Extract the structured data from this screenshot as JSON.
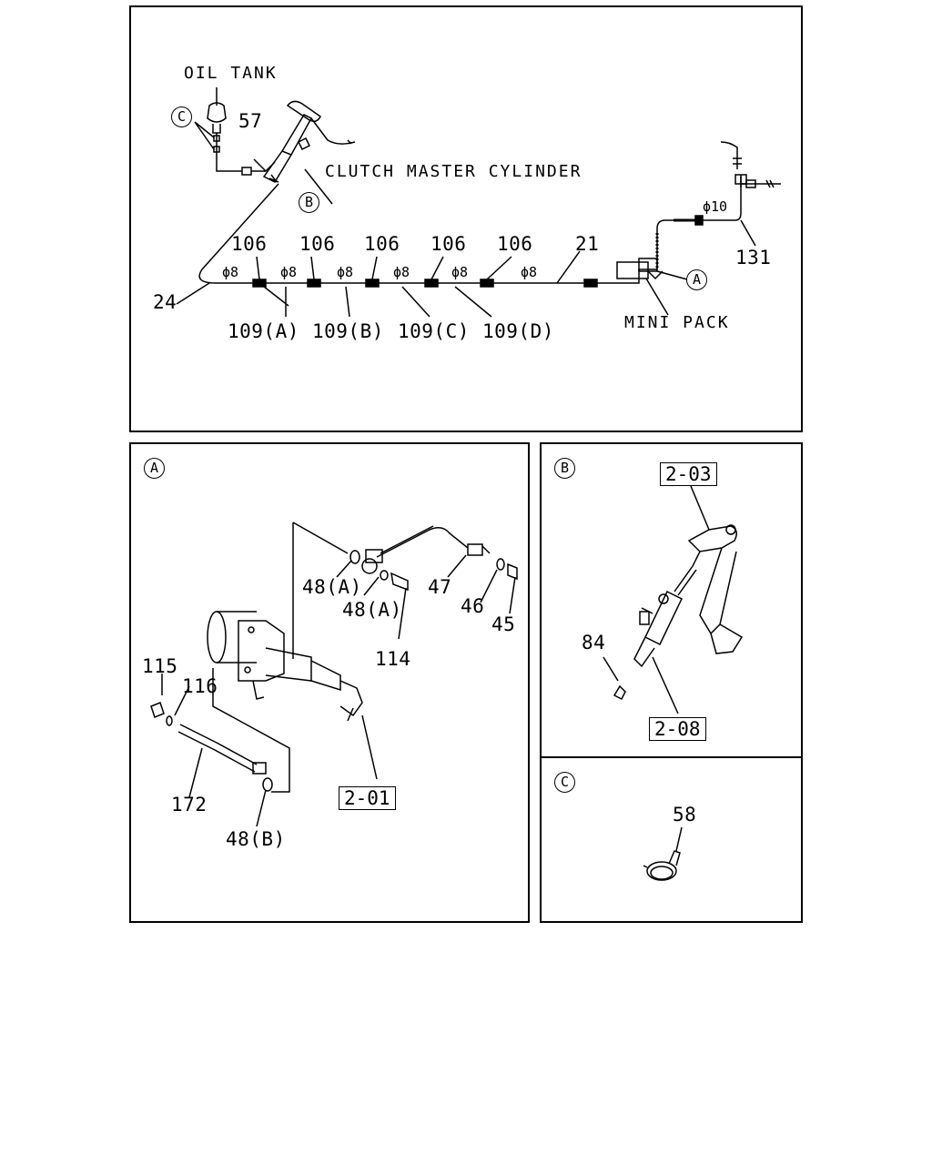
{
  "top": {
    "oil_tank": "OIL TANK",
    "clutch_master_cylinder": "CLUTCH MASTER CYLINDER",
    "mini_pack": "MINI PACK",
    "ref_c": "C",
    "ref_b": "B",
    "ref_a": "A",
    "part_57": "57",
    "part_24": "24",
    "part_21": "21",
    "part_131": "131",
    "part_106": "106",
    "phi_8": "ϕ8",
    "phi_10": "ϕ10",
    "part_109a": "109(A)",
    "part_109b": "109(B)",
    "part_109c": "109(C)",
    "part_109d": "109(D)"
  },
  "detail_a": {
    "marker": "A",
    "part_48a": "48(A)",
    "part_47": "47",
    "part_46": "46",
    "part_45": "45",
    "part_114": "114",
    "part_115": "115",
    "part_116": "116",
    "part_172": "172",
    "part_48b": "48(B)",
    "ref_box": "2-01"
  },
  "detail_b": {
    "marker": "B",
    "ref_box_top": "2-03",
    "part_84": "84",
    "ref_box_bottom": "2-08"
  },
  "detail_c": {
    "marker": "C",
    "part_58": "58"
  }
}
